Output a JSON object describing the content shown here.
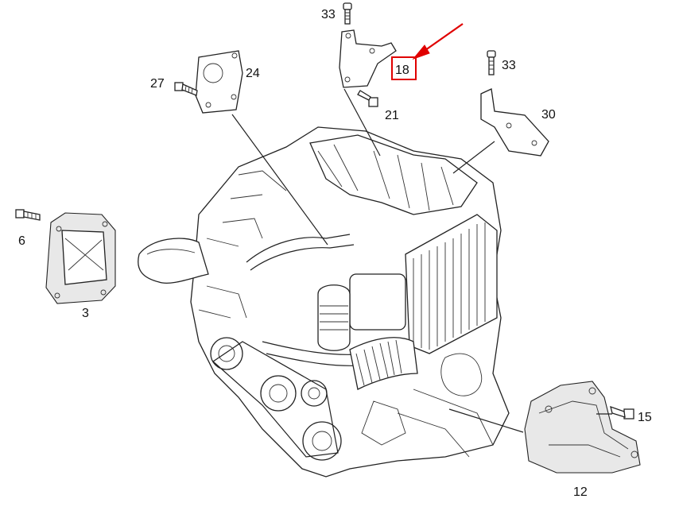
{
  "diagram": {
    "callouts": [
      {
        "id": "33a",
        "label": "33"
      },
      {
        "id": "18",
        "label": "18"
      },
      {
        "id": "24",
        "label": "24"
      },
      {
        "id": "27",
        "label": "27"
      },
      {
        "id": "21",
        "label": "21"
      },
      {
        "id": "33b",
        "label": "33"
      },
      {
        "id": "30",
        "label": "30"
      },
      {
        "id": "6",
        "label": "6"
      },
      {
        "id": "3",
        "label": "3"
      },
      {
        "id": "15",
        "label": "15"
      },
      {
        "id": "12",
        "label": "12"
      }
    ],
    "highlight": {
      "target": "18",
      "color": "#e00000"
    }
  }
}
